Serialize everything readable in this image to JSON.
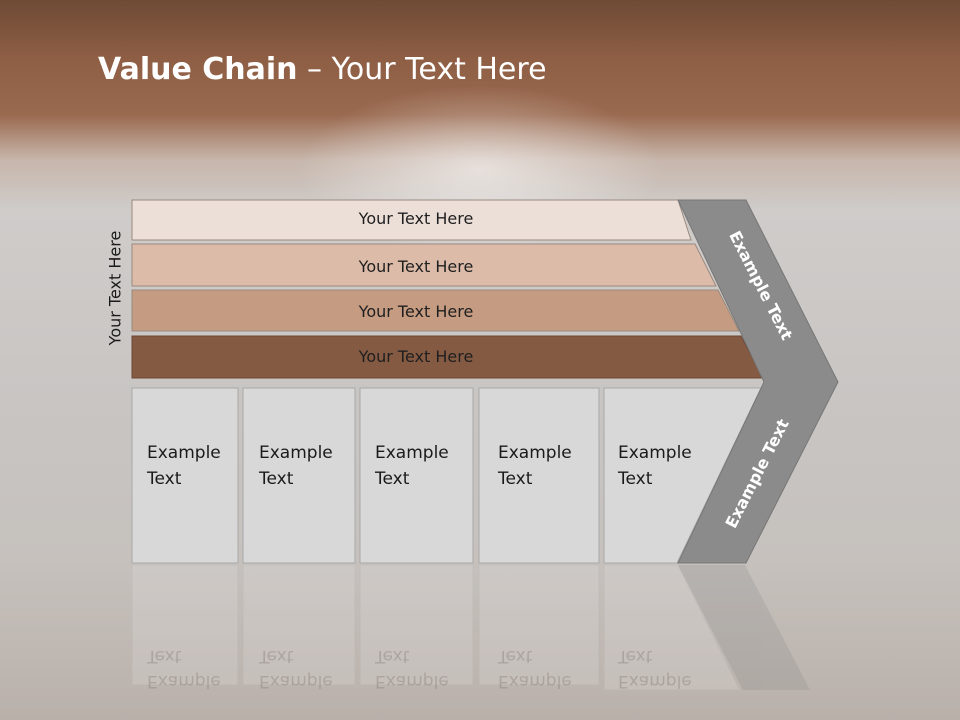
{
  "title": {
    "bold": "Value Chain",
    "rest": " – Your Text Here"
  },
  "side_label": "Your Text Here",
  "bands": [
    {
      "label": "Your Text Here",
      "color": "#ecdfd8"
    },
    {
      "label": "Your Text Here",
      "color": "#ddbba9"
    },
    {
      "label": "Your Text Here",
      "color": "#c59b82"
    },
    {
      "label": "Your Text Here",
      "color": "#855a43"
    }
  ],
  "columns": [
    {
      "line1": "Example",
      "line2": "Text"
    },
    {
      "line1": "Example",
      "line2": "Text"
    },
    {
      "line1": "Example",
      "line2": "Text"
    },
    {
      "line1": "Example",
      "line2": "Text"
    },
    {
      "line1": "Example",
      "line2": "Text"
    }
  ],
  "chevron": {
    "upper_label": "Example Text",
    "lower_label": "Example Text",
    "color": "#8b8b8b"
  }
}
